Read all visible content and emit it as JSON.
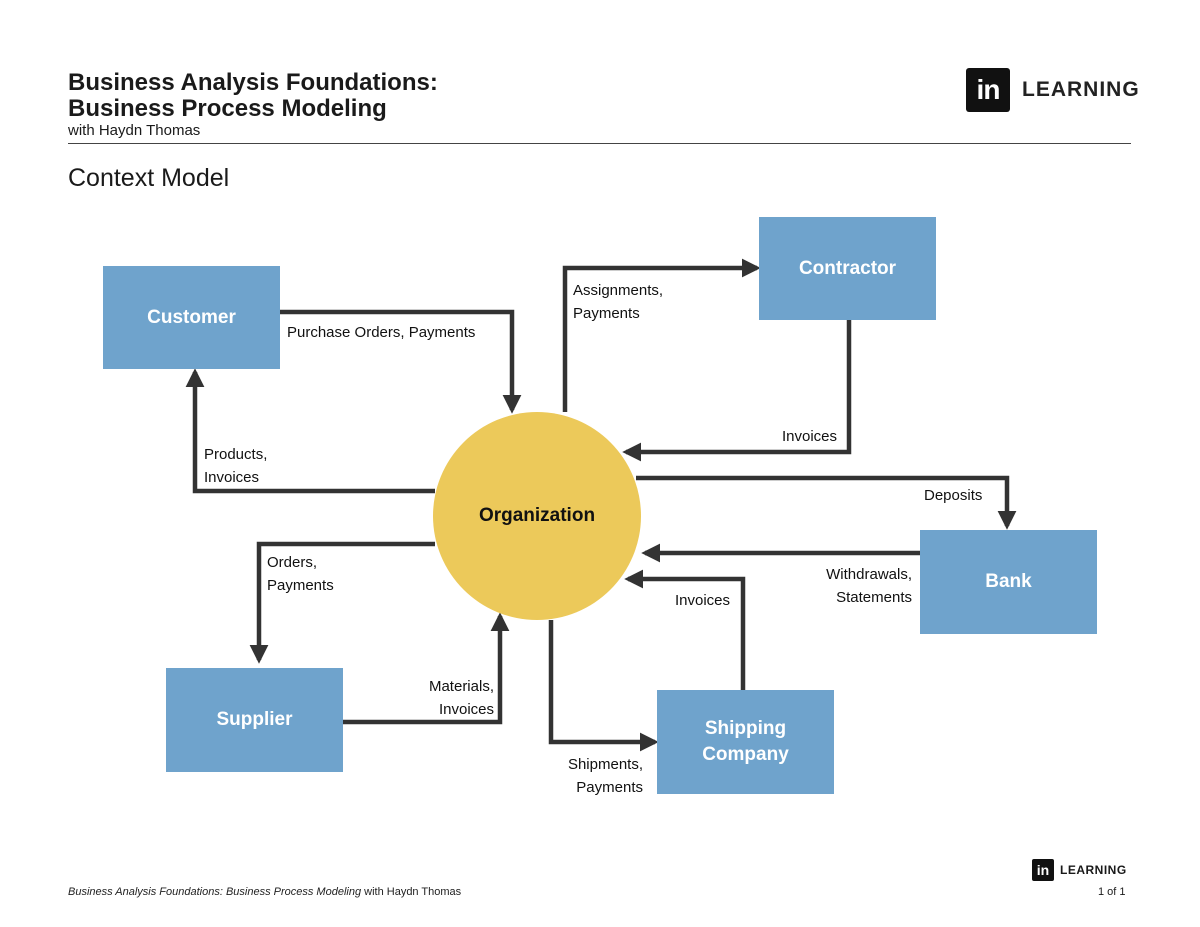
{
  "header": {
    "title_line1": "Business Analysis Foundations:",
    "title_line2": "Business Process Modeling",
    "subtitle": "with Haydn Thomas",
    "logo_mark": "in",
    "logo_text": "LEARNING"
  },
  "section_title": "Context Model",
  "nodes": {
    "customer": "Customer",
    "contractor": "Contractor",
    "organization": "Organization",
    "bank": "Bank",
    "supplier": "Supplier",
    "shipping_line1": "Shipping",
    "shipping_line2": "Company"
  },
  "flows": {
    "purchase_orders": "Purchase Orders, Payments",
    "assignments_1": "Assignments,",
    "assignments_2": "Payments",
    "contractor_invoices": "Invoices",
    "products_1": "Products,",
    "products_2": "Invoices",
    "deposits": "Deposits",
    "orders_1": "Orders,",
    "orders_2": "Payments",
    "withdrawals_1": "Withdrawals,",
    "withdrawals_2": "Statements",
    "shipping_invoices": "Invoices",
    "materials_1": "Materials,",
    "materials_2": "Invoices",
    "shipments_1": "Shipments,",
    "shipments_2": "Payments"
  },
  "footer": {
    "course_italic": "Business Analysis Foundations: Business Process Modeling",
    "course_author": " with Haydn Thomas",
    "logo_mark": "in",
    "logo_text": "LEARNING",
    "page": "1 of 1"
  },
  "colors": {
    "box": "#6fa3cc",
    "circle": "#ecc95a",
    "arrow": "#333333"
  }
}
